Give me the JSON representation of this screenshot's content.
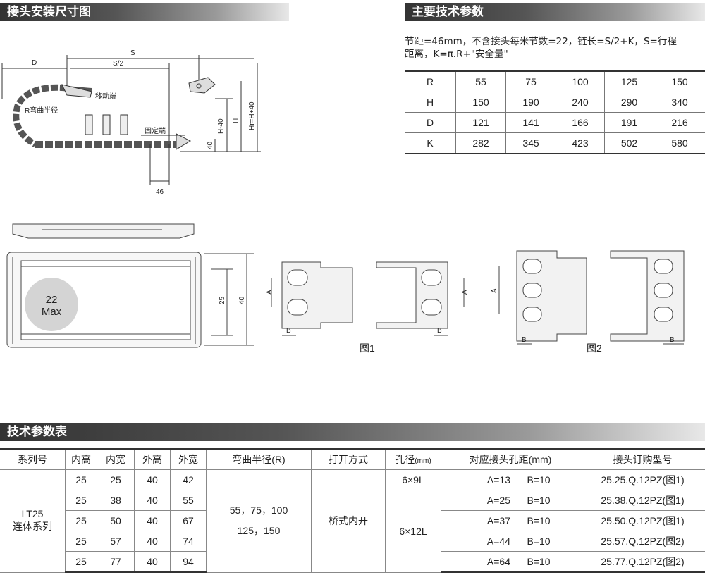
{
  "headers": {
    "install": "接头安装尺寸图",
    "params": "主要技术参数",
    "table": "技术参数表"
  },
  "description": {
    "line1": "节距=46mm，不含接头每米节数=22，链长=S/2+K，S=行程",
    "line2": "距离，K=π.R+\"安全量\""
  },
  "spec_table": {
    "rows": [
      [
        "R",
        "55",
        "75",
        "100",
        "125",
        "150"
      ],
      [
        "H",
        "150",
        "190",
        "240",
        "290",
        "340"
      ],
      [
        "D",
        "121",
        "141",
        "166",
        "191",
        "216"
      ],
      [
        "K",
        "282",
        "345",
        "423",
        "502",
        "580"
      ]
    ]
  },
  "drawing": {
    "dim_D": "D",
    "dim_S": "S",
    "dim_S2": "S/2",
    "moving_end": "移动端",
    "bend_radius": "R弯曲半径",
    "fixed_end": "固定端",
    "dim_H40": "H-40",
    "dim_H": "H",
    "dim_Hr": "Hr=H+40",
    "dim_40": "40",
    "dim_46": "46",
    "dim_25": "25",
    "dim_40b": "40",
    "max_num": "22",
    "max_label": "Max",
    "A": "A",
    "B": "B",
    "fig1": "图1",
    "fig2": "图2"
  },
  "main_table": {
    "headers": [
      "系列号",
      "内高",
      "内宽",
      "外高",
      "外宽",
      "弯曲半径(R)",
      "打开方式",
      "孔径",
      "对应接头孔距(mm)",
      "接头订购型号"
    ],
    "hole_unit": "(mm)",
    "series": "LT25",
    "series_sub": "连体系列",
    "radius_line1": "55，75，100",
    "radius_line2": "125，150",
    "open_mode": "桥式内开",
    "hole_a": "6×9L",
    "hole_b": "6×12L",
    "rows": [
      {
        "h": "25",
        "w": "25",
        "oh": "40",
        "ow": "42",
        "a": "A=13",
        "b": "B=10",
        "model": "25.25.Q.12PZ(图1)"
      },
      {
        "h": "25",
        "w": "38",
        "oh": "40",
        "ow": "55",
        "a": "A=25",
        "b": "B=10",
        "model": "25.38.Q.12PZ(图1)"
      },
      {
        "h": "25",
        "w": "50",
        "oh": "40",
        "ow": "67",
        "a": "A=37",
        "b": "B=10",
        "model": "25.50.Q.12PZ(图1)"
      },
      {
        "h": "25",
        "w": "57",
        "oh": "40",
        "ow": "74",
        "a": "A=44",
        "b": "B=10",
        "model": "25.57.Q.12PZ(图2)"
      },
      {
        "h": "25",
        "w": "77",
        "oh": "40",
        "ow": "94",
        "a": "A=64",
        "b": "B=10",
        "model": "25.77.Q.12PZ(图2)"
      }
    ]
  }
}
